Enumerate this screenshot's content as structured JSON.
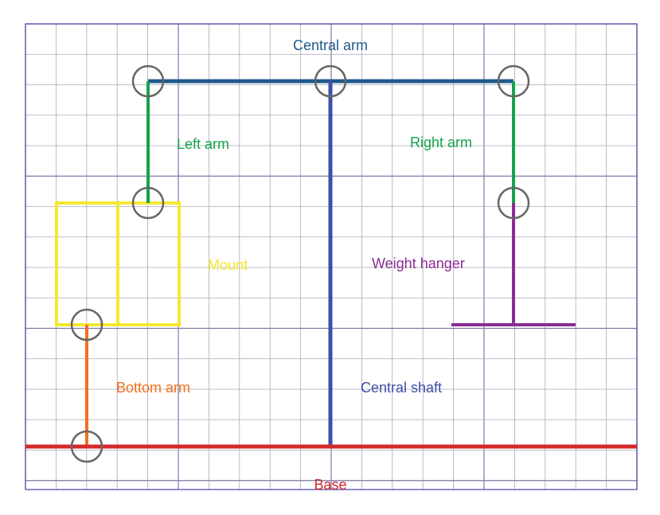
{
  "labels": {
    "central_arm": "Central arm",
    "left_arm": "Left arm",
    "right_arm": "Right arm",
    "mount": "Mount",
    "weight_hanger": "Weight hanger",
    "bottom_arm": "Bottom arm",
    "central_shaft": "Central shaft",
    "base": "Base"
  },
  "colors": {
    "central_arm": "#1F5A8C",
    "left_arm": "#16A34A",
    "right_arm": "#16A34A",
    "mount": "#F2E830",
    "weight_hanger": "#8B2C94",
    "bottom_arm": "#F07020",
    "central_shaft": "#3F4FA8",
    "base": "#D62828",
    "joint": "#666666",
    "grid_minor": "#a8a8ba",
    "grid_major": "#7a7aa6",
    "border": "#4444aa"
  }
}
